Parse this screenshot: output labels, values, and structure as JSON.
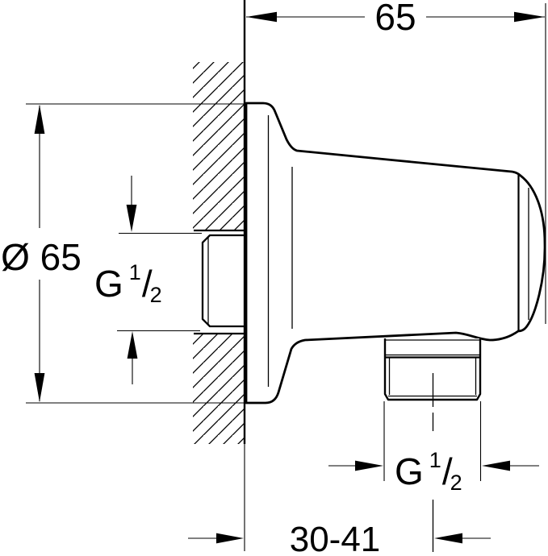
{
  "drawing": {
    "type": "technical-dimension-drawing",
    "dimensions": {
      "top_width": "65",
      "flange_diameter": "Ø 65",
      "inlet_thread": {
        "prefix": "G",
        "numerator": "1",
        "slash": "/",
        "denominator": "2"
      },
      "outlet_thread": {
        "prefix": "G",
        "numerator": "1",
        "slash": "/",
        "denominator": "2"
      },
      "wall_depth_range": "30-41"
    },
    "colors": {
      "line": "#000000",
      "background": "#ffffff"
    }
  }
}
